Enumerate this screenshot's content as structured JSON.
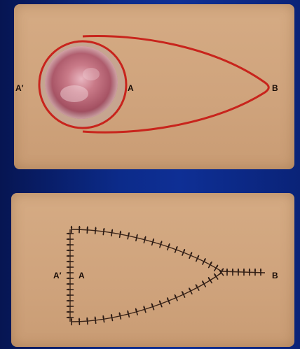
{
  "top_diagram": {
    "point_a_prime": "A′",
    "point_a": "A",
    "point_b": "B",
    "outline_color": "#c8241c",
    "wound_color": "#b86a78"
  },
  "bottom_diagram": {
    "point_a_prime": "A′",
    "point_a": "A",
    "point_b": "B",
    "suture_color": "#2a1a14"
  }
}
